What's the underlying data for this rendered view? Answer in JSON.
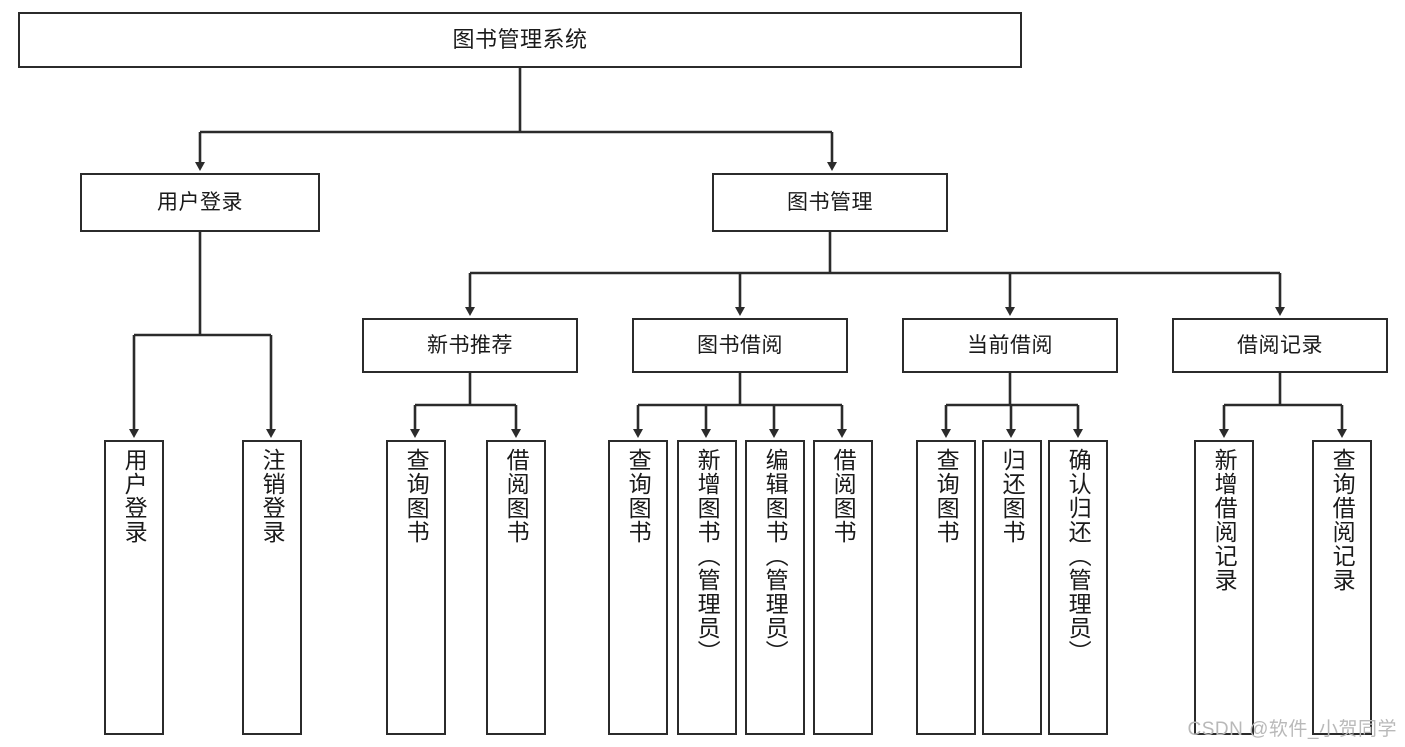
{
  "diagram": {
    "type": "tree",
    "title": "图书管理系统",
    "watermark": "CSDN @软件_小贺同学",
    "style": {
      "box_border_color": "#2b2b2b",
      "box_fill_color": "#ffffff",
      "line_color": "#2b2b2b",
      "text_color": "#1a1a1a",
      "background_color": "#ffffff"
    },
    "nodes": [
      {
        "id": "root",
        "label": "图书管理系统",
        "level": 0,
        "orientation": "horizontal"
      },
      {
        "id": "login",
        "label": "用户登录",
        "level": 1,
        "orientation": "horizontal"
      },
      {
        "id": "bookmgr",
        "label": "图书管理",
        "level": 1,
        "orientation": "horizontal"
      },
      {
        "id": "newbook",
        "label": "新书推荐",
        "level": 2,
        "orientation": "horizontal"
      },
      {
        "id": "borrow",
        "label": "图书借阅",
        "level": 2,
        "orientation": "horizontal"
      },
      {
        "id": "current",
        "label": "当前借阅",
        "level": 2,
        "orientation": "horizontal"
      },
      {
        "id": "record",
        "label": "借阅记录",
        "level": 2,
        "orientation": "horizontal"
      },
      {
        "id": "leaf-1",
        "label": "用户登录",
        "level": 3,
        "orientation": "vertical",
        "parent": "login"
      },
      {
        "id": "leaf-2",
        "label": "注销登录",
        "level": 3,
        "orientation": "vertical",
        "parent": "login"
      },
      {
        "id": "leaf-3",
        "label": "查询图书",
        "level": 3,
        "orientation": "vertical",
        "parent": "newbook"
      },
      {
        "id": "leaf-4",
        "label": "借阅图书",
        "level": 3,
        "orientation": "vertical",
        "parent": "newbook"
      },
      {
        "id": "leaf-5",
        "label": "查询图书",
        "level": 3,
        "orientation": "vertical",
        "parent": "borrow"
      },
      {
        "id": "leaf-6",
        "label": "新增图书（管理员）",
        "level": 3,
        "orientation": "vertical",
        "parent": "borrow"
      },
      {
        "id": "leaf-7",
        "label": "编辑图书（管理员）",
        "level": 3,
        "orientation": "vertical",
        "parent": "borrow"
      },
      {
        "id": "leaf-8",
        "label": "借阅图书",
        "level": 3,
        "orientation": "vertical",
        "parent": "borrow"
      },
      {
        "id": "leaf-9",
        "label": "查询图书",
        "level": 3,
        "orientation": "vertical",
        "parent": "current"
      },
      {
        "id": "leaf-10",
        "label": "归还图书",
        "level": 3,
        "orientation": "vertical",
        "parent": "current"
      },
      {
        "id": "leaf-11",
        "label": "确认归还（管理员）",
        "level": 3,
        "orientation": "vertical",
        "parent": "current"
      },
      {
        "id": "leaf-12",
        "label": "新增借阅记录",
        "level": 3,
        "orientation": "vertical",
        "parent": "record"
      },
      {
        "id": "leaf-13",
        "label": "查询借阅记录",
        "level": 3,
        "orientation": "vertical",
        "parent": "record"
      }
    ],
    "edges": [
      {
        "from": "root",
        "to": "login"
      },
      {
        "from": "root",
        "to": "bookmgr"
      },
      {
        "from": "bookmgr",
        "to": "newbook"
      },
      {
        "from": "bookmgr",
        "to": "borrow"
      },
      {
        "from": "bookmgr",
        "to": "current"
      },
      {
        "from": "bookmgr",
        "to": "record"
      },
      {
        "from": "login",
        "to": "leaf-1"
      },
      {
        "from": "login",
        "to": "leaf-2"
      },
      {
        "from": "newbook",
        "to": "leaf-3"
      },
      {
        "from": "newbook",
        "to": "leaf-4"
      },
      {
        "from": "borrow",
        "to": "leaf-5"
      },
      {
        "from": "borrow",
        "to": "leaf-6"
      },
      {
        "from": "borrow",
        "to": "leaf-7"
      },
      {
        "from": "borrow",
        "to": "leaf-8"
      },
      {
        "from": "current",
        "to": "leaf-9"
      },
      {
        "from": "current",
        "to": "leaf-10"
      },
      {
        "from": "current",
        "to": "leaf-11"
      },
      {
        "from": "record",
        "to": "leaf-12"
      },
      {
        "from": "record",
        "to": "leaf-13"
      }
    ]
  }
}
